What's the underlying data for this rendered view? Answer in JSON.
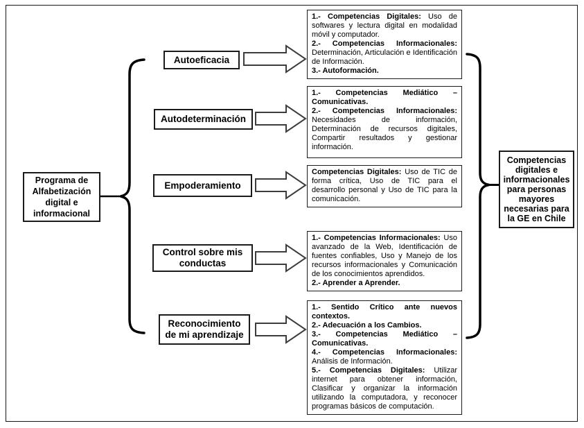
{
  "figure": {
    "root": {
      "label": "Programa de Alfabetización digital e informacional"
    },
    "branches": [
      {
        "label": "Autoeficacia",
        "segments": [
          {
            "bold": true,
            "text": "1.- Competencias Digitales:"
          },
          {
            "bold": false,
            "text": " Uso de softwares y lectura digital en modalidad móvil y computador."
          },
          {
            "bold": true,
            "text": "\n2.- Competencias Informacionales:"
          },
          {
            "bold": false,
            "text": " Determinación, Articulación e Identificación de Información."
          },
          {
            "bold": true,
            "text": "\n3.- Autoformación."
          }
        ]
      },
      {
        "label": "Autodeterminación",
        "segments": [
          {
            "bold": true,
            "text": "1.- Competencias Mediático – Comunicativas."
          },
          {
            "bold": true,
            "text": "\n2.- Competencias Informacionales:"
          },
          {
            "bold": false,
            "text": " Necesidades de información, Determinación de recursos digitales, Compartir resultados y gestionar información."
          }
        ]
      },
      {
        "label": "Empoderamiento",
        "segments": [
          {
            "bold": true,
            "text": "Competencias Digitales:"
          },
          {
            "bold": false,
            "text": " Uso de TIC de forma crítica, Uso de TIC para el desarrollo personal y Uso de TIC para la comunicación."
          }
        ]
      },
      {
        "label": "Control sobre mis conductas",
        "segments": [
          {
            "bold": true,
            "text": "1.- Competencias Informacionales:"
          },
          {
            "bold": false,
            "text": " Uso avanzado de la Web, Identificación de fuentes confiables, Uso y Manejo de los recursos informacionales y Comunicación de los conocimientos aprendidos."
          },
          {
            "bold": true,
            "text": "\n2.- Aprender a Aprender."
          }
        ]
      },
      {
        "label": "Reconocimiento de mi aprendizaje",
        "segments": [
          {
            "bold": true,
            "text": "1.- Sentido Crítico ante nuevos contextos."
          },
          {
            "bold": true,
            "text": "\n2.- Adecuación a los Cambios."
          },
          {
            "bold": true,
            "text": "\n3.- Competencias Mediático – Comunicativas."
          },
          {
            "bold": true,
            "text": "\n4.- Competencias Informacionales:"
          },
          {
            "bold": false,
            "text": " Análisis de Información."
          },
          {
            "bold": true,
            "text": "\n5.- Competencias Digitales:"
          },
          {
            "bold": false,
            "text": " Utilizar internet para obtener información, Clasificar y organizar la información utilizando la computadora, y reconocer programas básicos de computación."
          }
        ]
      }
    ],
    "result": {
      "label": "Competencias digitales e informacionales para personas mayores necesarias para la GE en Chile"
    },
    "colors": {
      "line": "#000000",
      "arrow_outline": "#3c3c3c",
      "box_border": "#1a1a1a",
      "background": "#ffffff"
    }
  }
}
